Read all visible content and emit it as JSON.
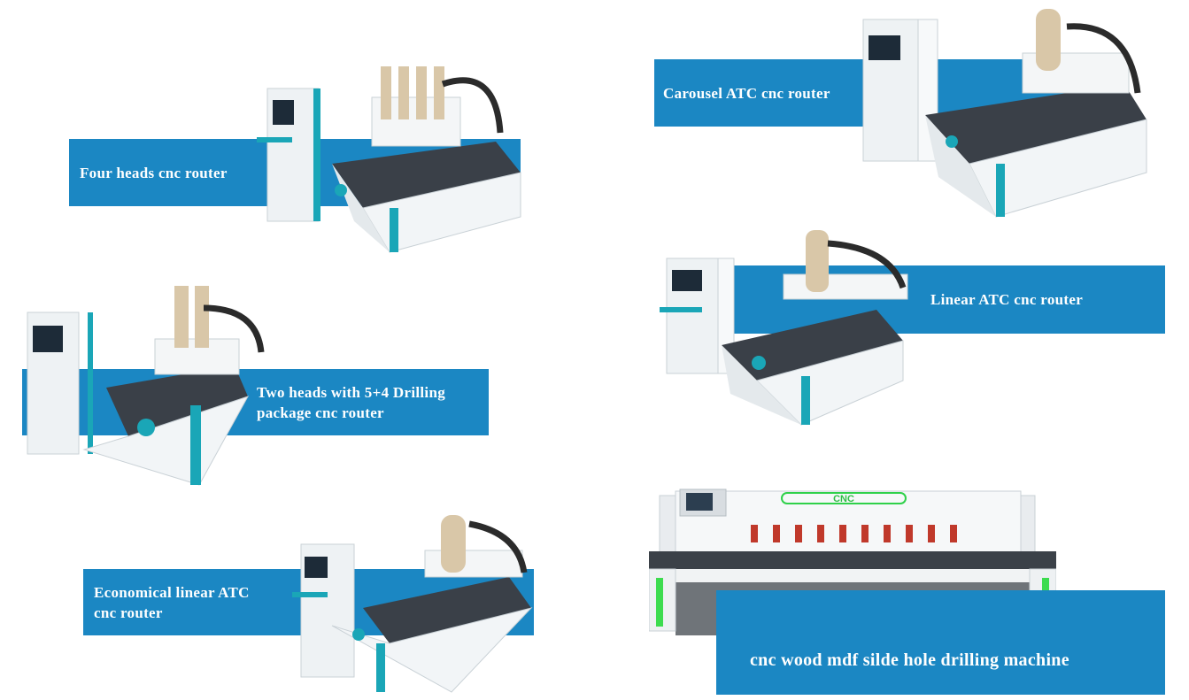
{
  "theme": {
    "accent": "#1b87c3",
    "machine_trim": "#1aa6b7",
    "panel": "#e9eef1"
  },
  "products": [
    {
      "label": "Four heads cnc router"
    },
    {
      "label": "Carousel ATC cnc router"
    },
    {
      "label": "Two heads with 5+4 Drilling\npackage cnc router"
    },
    {
      "label": "Linear ATC cnc  router"
    },
    {
      "label": "Economical linear ATC\ncnc router"
    },
    {
      "label": "cnc wood mdf silde hole drilling machine"
    }
  ],
  "drill_machine": {
    "display_label": "CNC"
  }
}
